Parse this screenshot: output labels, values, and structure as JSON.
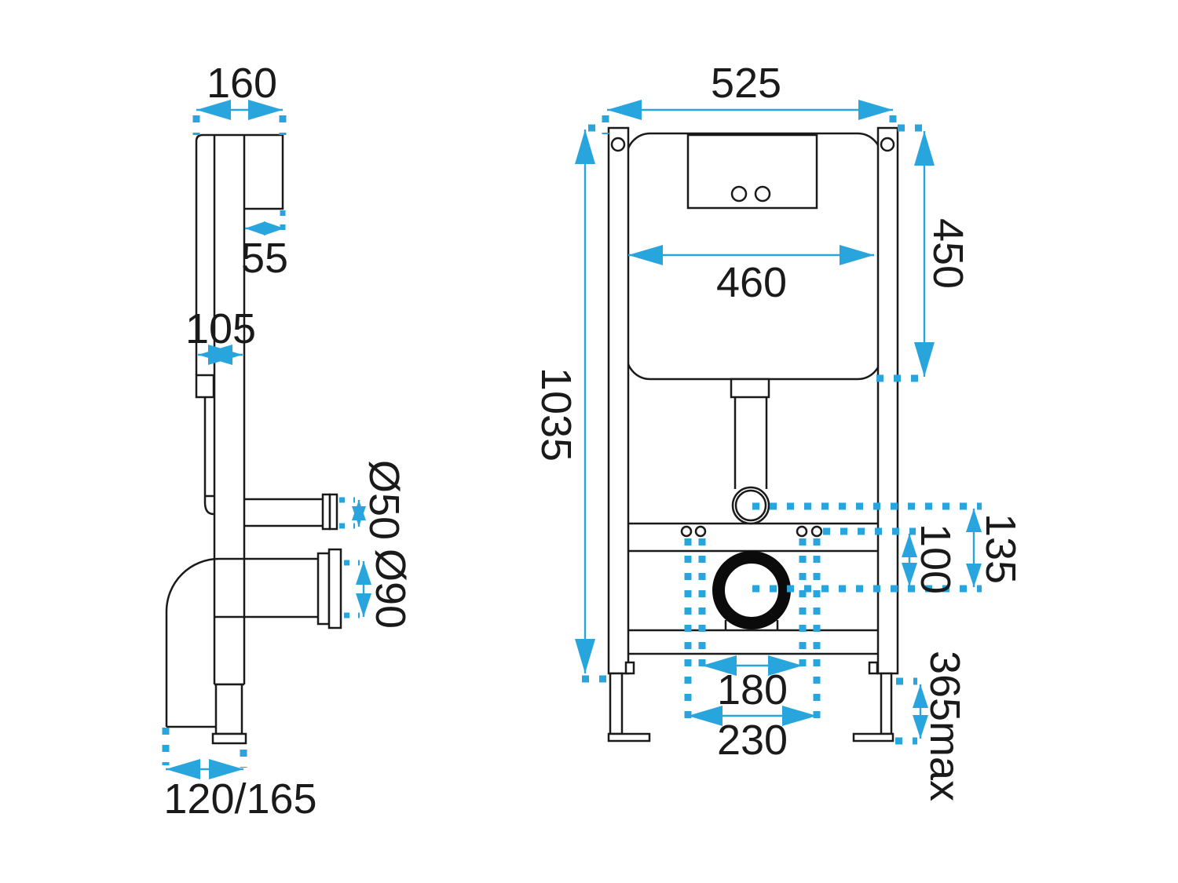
{
  "drawing": {
    "kind": "installation-frame-technical-drawing",
    "unit_note": "",
    "colors": {
      "accent": "#29a5de",
      "line": "#1a1a1a",
      "background": "#ffffff"
    },
    "side_view": {
      "dims": {
        "depth": "160",
        "cistern_offset": "55",
        "frame_depth": "105",
        "water_inlet_diameter": "Ø50",
        "waste_outlet_diameter": "Ø90",
        "floor_outlet_offset": "120/165"
      }
    },
    "front_view": {
      "dims": {
        "frame_width": "525",
        "cistern_width": "460",
        "cistern_height": "450",
        "frame_height": "1035",
        "flush_bend_height": "135",
        "fixing_height": "100",
        "fixing_spacing_inner": "180",
        "fixing_spacing_outer": "230",
        "leg_extension": "365max"
      }
    }
  }
}
